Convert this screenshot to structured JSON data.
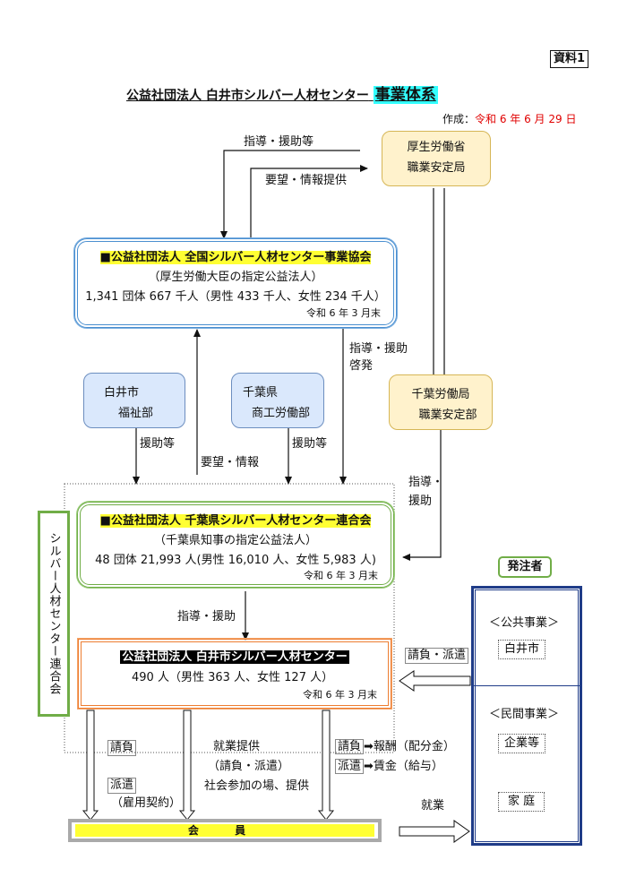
{
  "doc_label": "資料1",
  "title": {
    "org": "公益社団法人 白井市シルバー人材センター",
    "highlight": "事業体系"
  },
  "created": {
    "label": "作成：",
    "date": "令和 6 年 6 月 29 日"
  },
  "mhlw": {
    "line1": "厚生労働省",
    "line2": "職業安定局"
  },
  "national": {
    "name": "■公益社団法人 全国シルバー人材センター事業協会",
    "sub": "（厚生労働大臣の指定公益法人）",
    "stats": "1,341 団体 667 千人（男性 433 千人、女性 234 千人）",
    "date": "令和 6 年 3 月末"
  },
  "shiroi_welfare": {
    "line1": "白井市",
    "line2": "福祉部"
  },
  "chiba_pref": {
    "line1": "千葉県",
    "line2": "商工労働部"
  },
  "chiba_labor": {
    "line1": "千葉労働局",
    "line2": "職業安定部"
  },
  "prefectural": {
    "name": "■公益社団法人 千葉県シルバー人材センター連合会",
    "sub": "（千葉県知事の指定公益法人）",
    "stats": "48 団体 21,993 人(男性 16,010 人、女性 5,983 人)",
    "date": "令和 6 年 3 月末"
  },
  "local": {
    "name": "公益社団法人 白井市シルバー人材センター",
    "stats": "490 人（男性 363 人、女性 127 人）",
    "date": "令和 6 年 3 月末"
  },
  "federation_label": "シルバー人材センター連合会",
  "orderer": {
    "badge": "発注者",
    "public_label": "＜公共事業＞",
    "public_item": "白井市",
    "private_label": "＜民間事業＞",
    "private_item1": "企業等",
    "private_item2": "家 庭"
  },
  "member": "会 員",
  "labels": {
    "guidance_support_top": "指導・援助等",
    "request_info_top": "要望・情報提供",
    "guidance_support_mid": "指導・援助",
    "enlighten": "啓発",
    "support1": "援助等",
    "support2": "援助等",
    "request_info_mid": "要望・情報",
    "guidance_label1": "指導・",
    "guidance_label2": "援助",
    "guidance_support_low": "指導・援助",
    "contract_dispatch": "請負・派遣",
    "contract_box": "請負",
    "dispatch_box": "派遣",
    "employment": "（雇用契約）",
    "work_provide": "就業提供",
    "work_provide_sub": "（請負・派遣）",
    "social": "社会参加の場、提供",
    "pay_box1": "請負",
    "pay_text1": "➡報酬（配分金）",
    "pay_box2": "派遣",
    "pay_text2": "➡賃金（給与）",
    "employment_work": "就業"
  }
}
